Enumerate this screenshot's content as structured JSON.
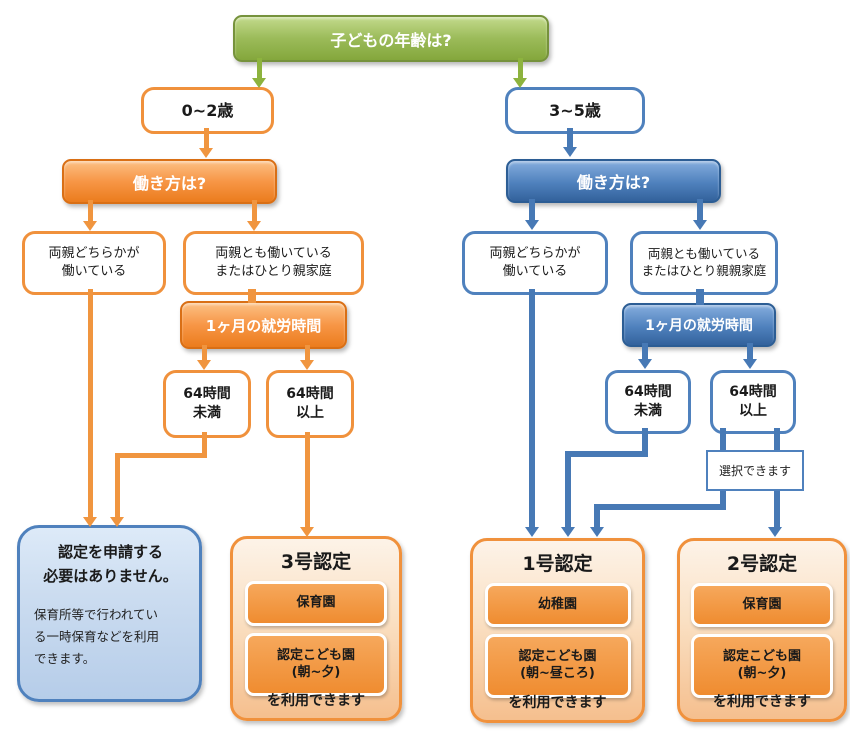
{
  "colors": {
    "green": "#8db33e",
    "orange": "#f0953f",
    "blue": "#4779b5",
    "card_border": "#f0913c"
  },
  "root_question": "子どもの年齢は?",
  "left_branch": {
    "age_label": "0~2歳",
    "work_question": "働き方は?",
    "single_parent": "両親どちらかが\n働いている",
    "both_parents": "両親とも働いている\nまたはひとり親家庭",
    "hours_question": "1ヶ月の就労時間",
    "under_64": "64時間\n未満",
    "over_64": "64時間\n以上"
  },
  "right_branch": {
    "age_label": "3~5歳",
    "work_question": "働き方は?",
    "single_parent": "両親どちらかが\n働いている",
    "both_parents": "両親とも働いている\nまたはひとり親親家庭",
    "hours_question": "1ヶ月の就労時間",
    "under_64": "64時間\n未満",
    "over_64": "64時間\n以上"
  },
  "choice_note": "選択できます",
  "no_cert_card": {
    "title": "認定を申請する\n必要はありません。",
    "body": "保育所等で行われてい\nる一時保育などを利用\nできます。"
  },
  "cert_cards": [
    {
      "title": "3号認定",
      "facility1": "保育園",
      "facility2": "認定こども園\n(朝~夕)",
      "footer": "を利用できます"
    },
    {
      "title": "1号認定",
      "facility1": "幼稚園",
      "facility2": "認定こども園\n(朝~昼ころ)",
      "footer": "を利用できます"
    },
    {
      "title": "2号認定",
      "facility1": "保育園",
      "facility2": "認定こども園\n(朝~夕)",
      "footer": "を利用できます"
    }
  ]
}
